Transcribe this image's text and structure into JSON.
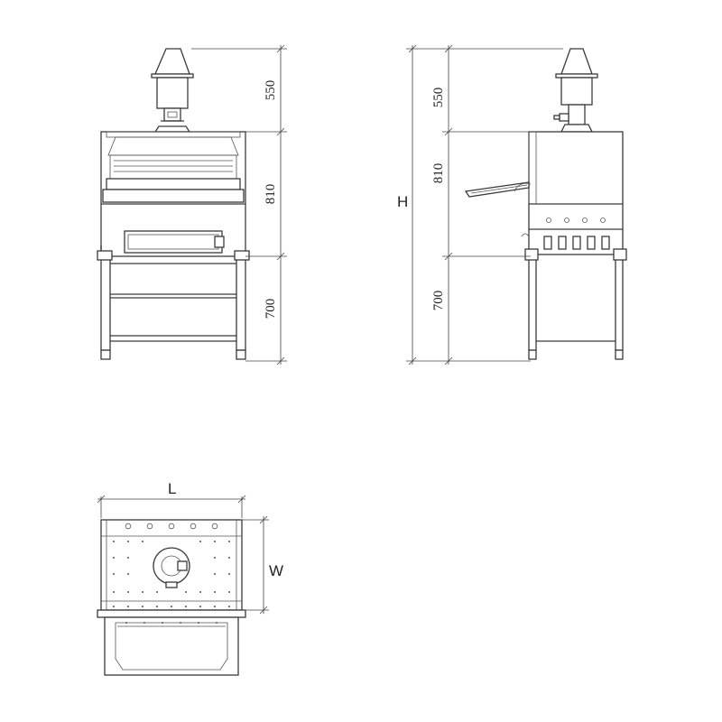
{
  "front_view": {
    "dims": {
      "top": "550",
      "middle": "810",
      "bottom": "700"
    }
  },
  "side_view": {
    "height_letter": "H",
    "dims": {
      "top": "550",
      "middle": "810",
      "bottom": "700"
    }
  },
  "top_view": {
    "length_letter": "L",
    "width_letter": "W"
  }
}
